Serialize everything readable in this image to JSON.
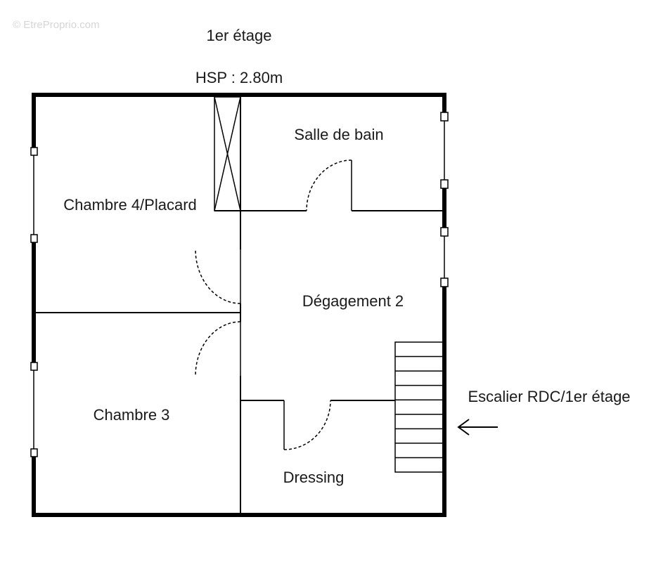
{
  "watermark": "© EtreProprio.com",
  "plan": {
    "floor_title": "1er étage",
    "ceiling_height": "HSP : 2.80m",
    "rooms": {
      "chambre4": "Chambre 4/Placard",
      "salle_de_bain": "Salle de bain",
      "degagement": "Dégagement 2",
      "chambre3": "Chambre 3",
      "dressing": "Dressing"
    },
    "stairs_label": "Escalier RDC/1er étage",
    "stairs_steps": 9
  },
  "colors": {
    "wall": "#000000",
    "text": "#1a1a1a",
    "watermark": "#d6d6d6"
  }
}
